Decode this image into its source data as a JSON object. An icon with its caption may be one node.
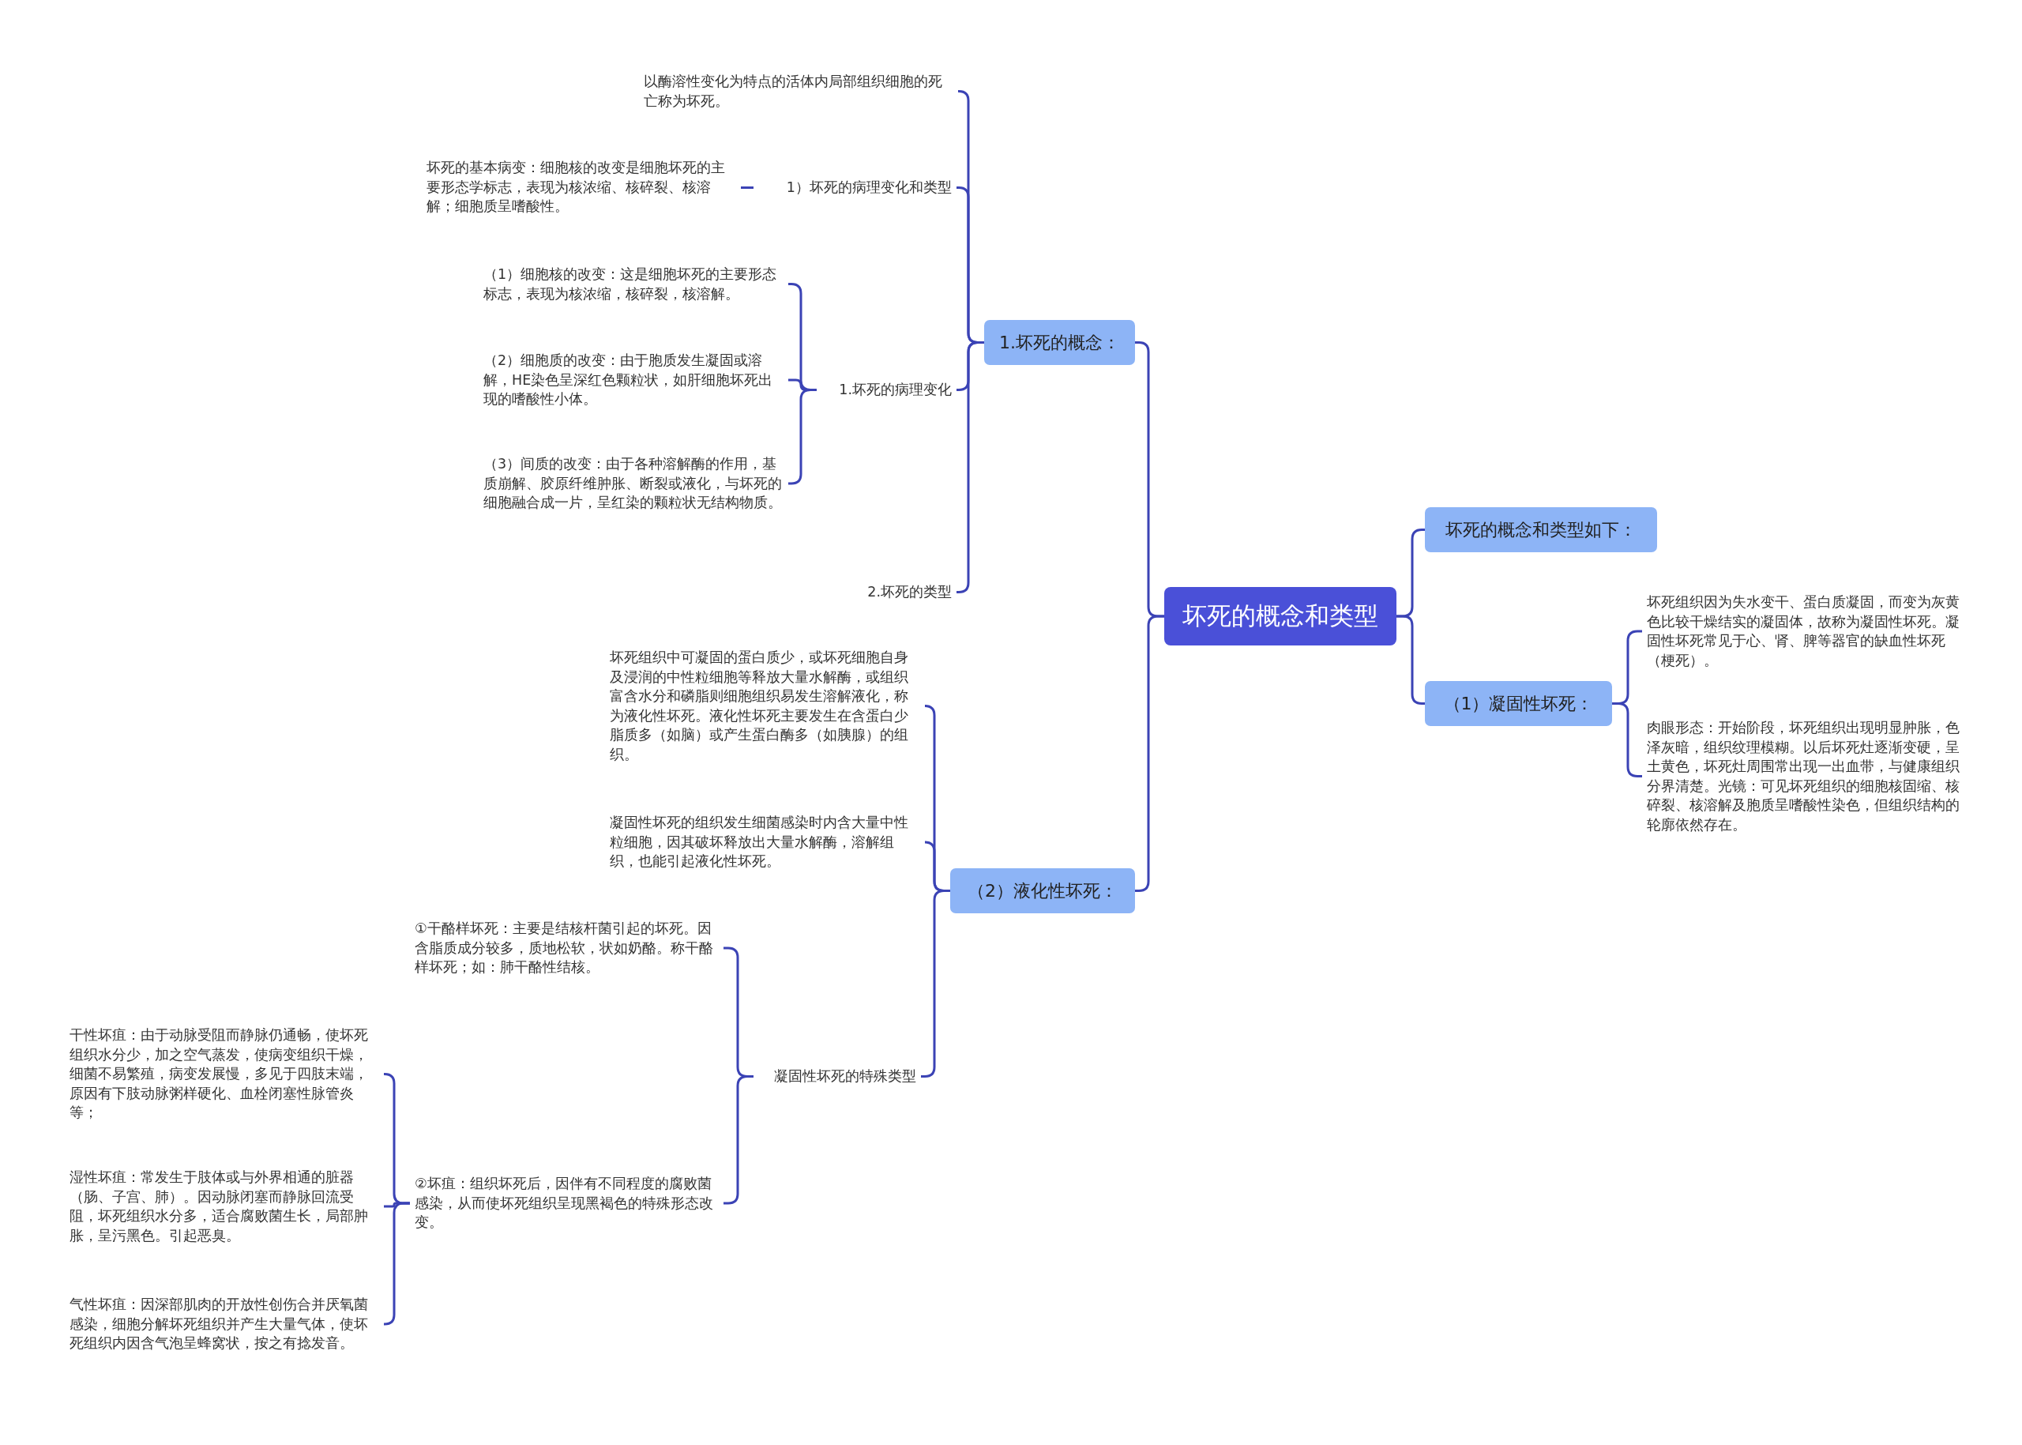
{
  "diagram": {
    "nodes": [
      {
        "text": [
          "坏死的概念和类型"
        ]
      },
      {
        "text": [
          "坏死的概念和类型如下："
        ]
      },
      {
        "text": [
          "（1）凝固性坏死："
        ]
      },
      {
        "text": [
          "坏死组织因为失水变干、蛋白质凝固，而变为灰黄色比较干燥结实的凝固体，故称为凝固性坏死。凝固性坏死常见于心、肾、脾等器官的缺血性坏死（梗死）。"
        ]
      },
      {
        "text": [
          "肉眼形态：开始阶段，坏死组织出现明显肿胀，色泽灰暗，组织纹理模糊。以后坏死灶逐渐变硬，呈土黄色，坏死灶周围常出现一出血带，与健康组织分界清楚。光镜：可见坏死组织的细胞核固缩、核碎裂、核溶解及胞质呈嗜酸性染色，但组织结构的轮廓依然存在。"
        ]
      },
      {
        "text": [
          "1.坏死的概念："
        ]
      },
      {
        "text": [
          "以酶溶性变化为特点的活体内局部组织细胞的死亡称为坏死。"
        ]
      },
      {
        "text": [
          "1）坏死的病理变化和类型"
        ]
      },
      {
        "text": [
          "坏死的基本病变：细胞核的改变是细胞坏死的主要形态学标志，表现为核浓缩、核碎裂、核溶解；细胞质呈嗜酸性。"
        ]
      },
      {
        "text": [
          "1.坏死的病理变化"
        ]
      },
      {
        "text": [
          "（1）细胞核的改变：这是细胞坏死的主要形态标志，表现为核浓缩，核碎裂，核溶解。"
        ]
      },
      {
        "text": [
          "（2）细胞质的改变：由于胞质发生凝固或溶解，HE染色呈深红色颗粒状，如肝细胞坏死出现的嗜酸性小体。"
        ]
      },
      {
        "text": [
          "（3）间质的改变：由于各种溶解酶的作用，基质崩解、胶原纤维肿胀、断裂或液化，与坏死的细胞融合成一片，呈红染的颗粒状无结构物质。"
        ]
      },
      {
        "text": [
          "2.坏死的类型"
        ]
      },
      {
        "text": [
          "（2）液化性坏死："
        ]
      },
      {
        "text": [
          "坏死组织中可凝固的蛋白质少，或坏死细胞自身及浸润的中性粒细胞等释放大量水解酶，或组织富含水分和磷脂则细胞组织易发生溶解液化，称为液化性坏死。液化性坏死主要发生在含蛋白少脂质多（如脑）或产生蛋白酶多（如胰腺）的组织。"
        ]
      },
      {
        "text": [
          "凝固性坏死的组织发生细菌感染时内含大量中性粒细胞，因其破坏释放出大量水解酶，溶解组织，也能引起液化性坏死。"
        ]
      },
      {
        "text": [
          "凝固性坏死的特殊类型"
        ]
      },
      {
        "text": [
          "①干酪样坏死：主要是结核杆菌引起的坏死。因含脂质成分较多，质地松软，状如奶酪。称干酪样坏死；如：肺干酪性结核。"
        ]
      },
      {
        "text": [
          "②坏疽：组织坏死后，因伴有不同程度的腐败菌感染，从而使坏死组织呈现黑褐色的特殊形态改变。"
        ]
      },
      {
        "text": [
          "干性坏疽：由于动脉受阻而静脉仍通畅，使坏死组织水分少，加之空气蒸发，使病变组织干燥，细菌不易繁殖，病变发展慢，多见于四肢末端，原因有下肢动脉粥样硬化、血栓闭塞性脉管炎等；"
        ]
      },
      {
        "text": [
          "湿性坏疽：常发生于肢体或与外界相通的脏器（肠、子宫、肺）。因动脉闭塞而静脉回流受阻，坏死组织水分多，适合腐败菌生长，局部肿胀，呈污黑色。引起恶臭。"
        ]
      },
      {
        "text": [
          "气性坏疽：因深部肌肉的开放性创伤合并厌氧菌感染，细胞分解坏死组织并产生大量气体，使坏死组织内因含气泡呈蜂窝状，按之有捻发音。"
        ]
      }
    ],
    "edges": [
      {
        "from": 0,
        "to": 1,
        "arrow": "none"
      },
      {
        "from": 0,
        "to": 2,
        "arrow": "none"
      },
      {
        "from": 2,
        "to": 3,
        "arrow": "none"
      },
      {
        "from": 2,
        "to": 4,
        "arrow": "none"
      },
      {
        "from": 0,
        "to": 5,
        "arrow": "none"
      },
      {
        "from": 5,
        "to": 6,
        "arrow": "none"
      },
      {
        "from": 5,
        "to": 7,
        "arrow": "none"
      },
      {
        "from": 7,
        "to": 8,
        "arrow": "none"
      },
      {
        "from": 5,
        "to": 9,
        "arrow": "none"
      },
      {
        "from": 9,
        "to": 10,
        "arrow": "none"
      },
      {
        "from": 9,
        "to": 11,
        "arrow": "none"
      },
      {
        "from": 9,
        "to": 12,
        "arrow": "none"
      },
      {
        "from": 5,
        "to": 13,
        "arrow": "none"
      },
      {
        "from": 0,
        "to": 14,
        "arrow": "none"
      },
      {
        "from": 14,
        "to": 15,
        "arrow": "none"
      },
      {
        "from": 14,
        "to": 16,
        "arrow": "none"
      },
      {
        "from": 14,
        "to": 17,
        "arrow": "none"
      },
      {
        "from": 17,
        "to": 18,
        "arrow": "none"
      },
      {
        "from": 17,
        "to": 19,
        "arrow": "none"
      },
      {
        "from": 19,
        "to": 20,
        "arrow": "none"
      },
      {
        "from": 19,
        "to": 21,
        "arrow": "none"
      },
      {
        "from": 19,
        "to": 22,
        "arrow": "none"
      }
    ]
  }
}
